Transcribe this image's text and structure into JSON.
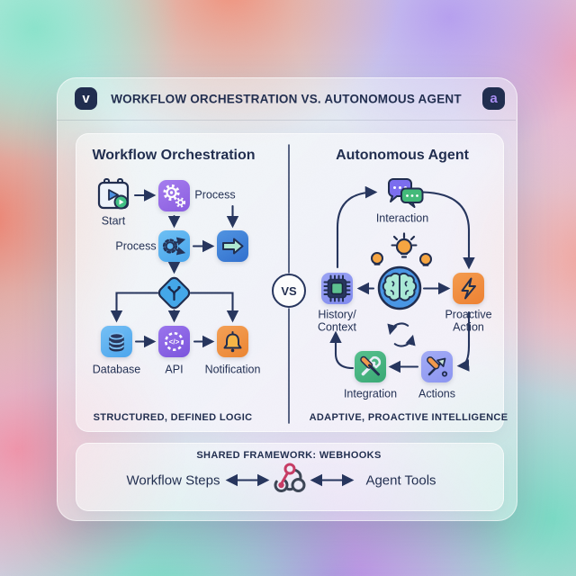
{
  "header": {
    "badge_left": "v",
    "badge_right": "a",
    "title": "WORKFLOW ORCHESTRATION VS. AUTONOMOUS AGENT"
  },
  "versus": "VS",
  "workflow": {
    "title": "Workflow Orchestration",
    "start_label": "Start",
    "process_a_label": "Process",
    "process_b_label": "Process",
    "database_label": "Database",
    "api_label": "API",
    "notification_label": "Notification",
    "footer": "STRUCTURED, DEFINED LOGIC"
  },
  "agent": {
    "title": "Autonomous Agent",
    "interaction_label": "Interaction",
    "history_label": "History/\nContext",
    "proactive_label": "Proactive\nAction",
    "integration_label": "Integration",
    "actions_label": "Actions",
    "footer": "ADAPTIVE, PROACTIVE INTELLIGENCE"
  },
  "shared": {
    "title": "SHARED FRAMEWORK: WEBHOOKS",
    "left_label": "Workflow Steps",
    "right_label": "Agent Tools"
  },
  "colors": {
    "navy": "#1e2b4d",
    "arrow_navy": "#24335c",
    "process_purple": "#9366e8",
    "process_blue": "#55aef2",
    "arrow_tile_blue": "#3c7fd9",
    "arrow_glyph_mint": "#aee9d1",
    "diamond_blue": "#42a7ea",
    "api_purple": "#8a63e8",
    "notification_orange": "#f0923e",
    "bubble_purple": "#7a6cf0",
    "bubble_green": "#41ba78",
    "history_periwinkle": "#8f99f3",
    "chip_green": "#5cc28f",
    "proactive_orange": "#f28c3c",
    "integration_green": "#45b581",
    "actions_periwinkle": "#98a2f5",
    "brain_blue": "#4795e5",
    "brain_mint": "#a9ead6",
    "bulb_orange": "#f7a53f",
    "webhook_pink": "#c73a63",
    "webhook_slate": "#3b4454",
    "badge_navy": "#1e2b4d",
    "badge_a_purple": "#a98ef5"
  }
}
